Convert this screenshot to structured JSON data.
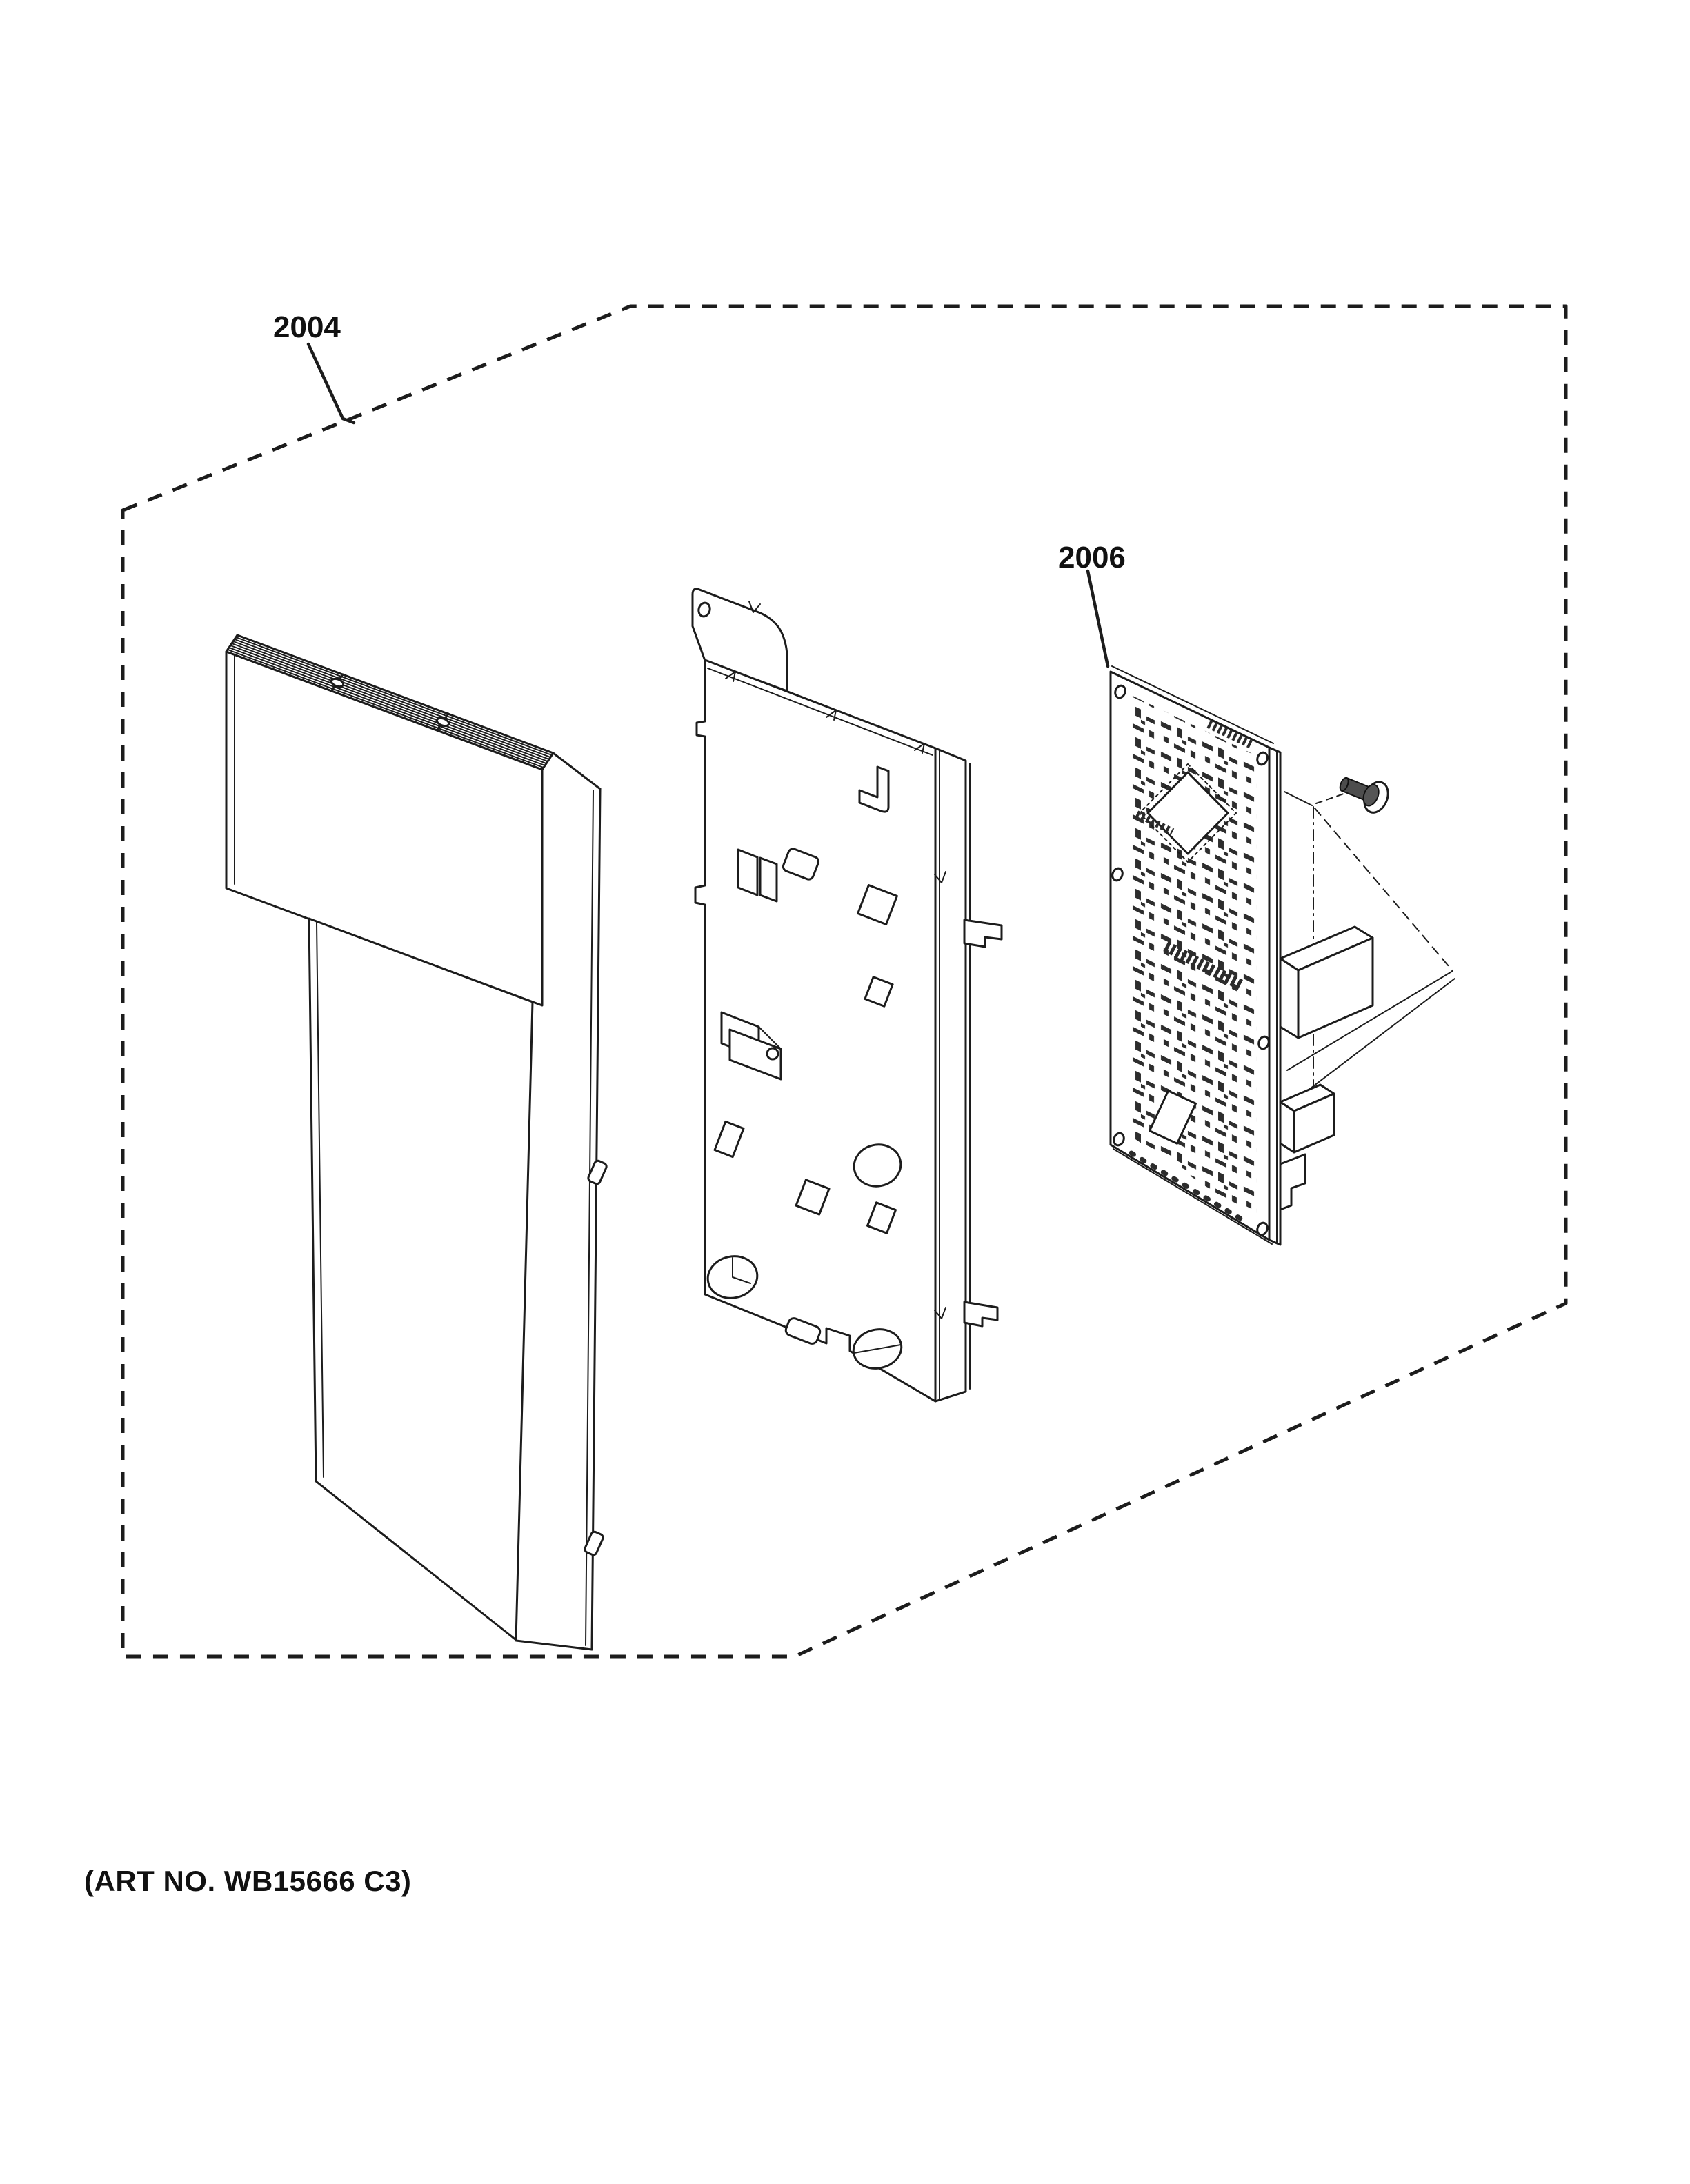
{
  "doc": {
    "type": "exploded-parts-diagram",
    "background": "#ffffff",
    "line_color": "#1c1c1c",
    "callout_2004": "2004",
    "callout_2006": "2006",
    "art_no": "(ART NO. WB15666 C3)",
    "parts": [
      {
        "id": "assembly-boundary",
        "callout": "2004"
      },
      {
        "id": "control-panel",
        "callout": "2004"
      },
      {
        "id": "bracket-plate",
        "callout": ""
      },
      {
        "id": "circuit-board",
        "callout": "2006"
      },
      {
        "id": "mounting-screw",
        "callout": ""
      }
    ]
  }
}
